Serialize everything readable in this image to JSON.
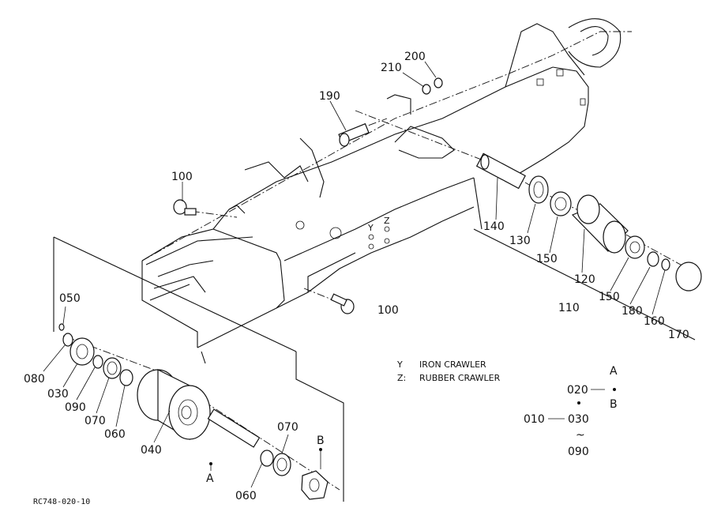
{
  "drawing_ref": "RC748-020-10",
  "part_labels": {
    "p010": "010",
    "p020": "020",
    "p030": "030",
    "p040": "040",
    "p050": "050",
    "p060a": "060",
    "p060b": "060",
    "p070a": "070",
    "p070b": "070",
    "p080": "080",
    "p090": "090",
    "p100a": "100",
    "p100b": "100",
    "p110": "110",
    "p120": "120",
    "p130": "130",
    "p140": "140",
    "p150a": "150",
    "p150b": "150",
    "p160": "160",
    "p170": "170",
    "p180": "180",
    "p190": "190",
    "p200": "200",
    "p210": "210"
  },
  "markers": {
    "Y": "Y",
    "Z": "Z",
    "A": "A",
    "B": "B"
  },
  "legend": {
    "y_key": "Y",
    "y_text": "IRON CRAWLER",
    "z_key": "Z:",
    "z_text": "RUBBER CRAWLER"
  },
  "key_diagram": {
    "a": "A",
    "b": "B",
    "c020": "020",
    "c010": "010",
    "c030": "030",
    "tilde": "~",
    "c090": "090"
  }
}
